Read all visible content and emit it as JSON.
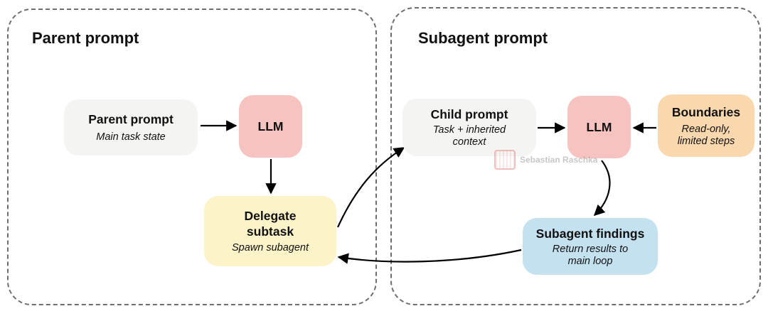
{
  "panels": {
    "left_title": "Parent prompt",
    "right_title": "Subagent prompt"
  },
  "nodes": {
    "parent": {
      "title": "Parent prompt",
      "subtitle": "Main task state"
    },
    "llm_left": {
      "title": "LLM"
    },
    "delegate": {
      "title_line1": "Delegate",
      "title_line2": "subtask",
      "subtitle": "Spawn subagent"
    },
    "child": {
      "title": "Child prompt",
      "subtitle_line1": "Task + inherited",
      "subtitle_line2": "context"
    },
    "llm_right": {
      "title": "LLM"
    },
    "boundaries": {
      "title": "Boundaries",
      "subtitle_line1": "Read-only,",
      "subtitle_line2": "limited steps"
    },
    "findings": {
      "title": "Subagent findings",
      "subtitle_line1": "Return results to",
      "subtitle_line2": "main loop"
    }
  },
  "watermark": {
    "text": "Sebastian Raschka"
  },
  "colors": {
    "neutral_box": "#f4f4f2",
    "llm_box": "#f7c3c1",
    "delegate_box": "#fcf3c9",
    "boundaries_box": "#fad8ad",
    "findings_box": "#c4e1f0",
    "arrow": "#000000",
    "dashed_border": "#6e6e6e"
  },
  "icons": {
    "watermark_logo": "logo-icon"
  }
}
